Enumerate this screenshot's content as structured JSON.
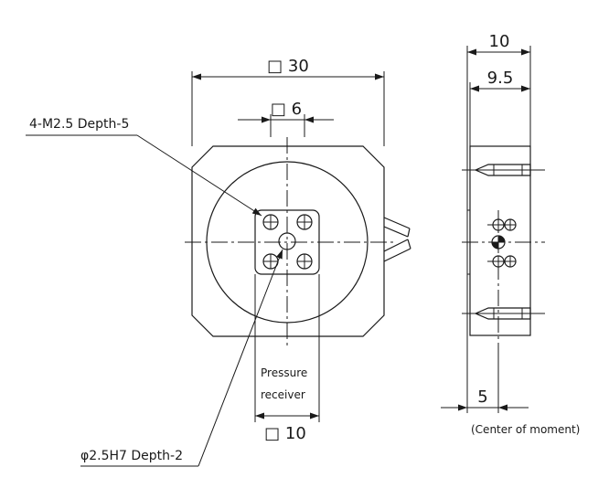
{
  "front_view": {
    "dim_width": "□ 30",
    "dim_inner": "□ 6",
    "dim_bottom": "□ 10",
    "note_thread": "4-M2.5 Depth-5",
    "note_hole": "φ2.5H7 Depth-2",
    "pressure_label_line1": "Pressure",
    "pressure_label_line2": "receiver"
  },
  "side_view": {
    "dim_total": "10",
    "dim_body": "9.5",
    "dim_moment": "5",
    "moment_note": "(Center of moment)"
  }
}
